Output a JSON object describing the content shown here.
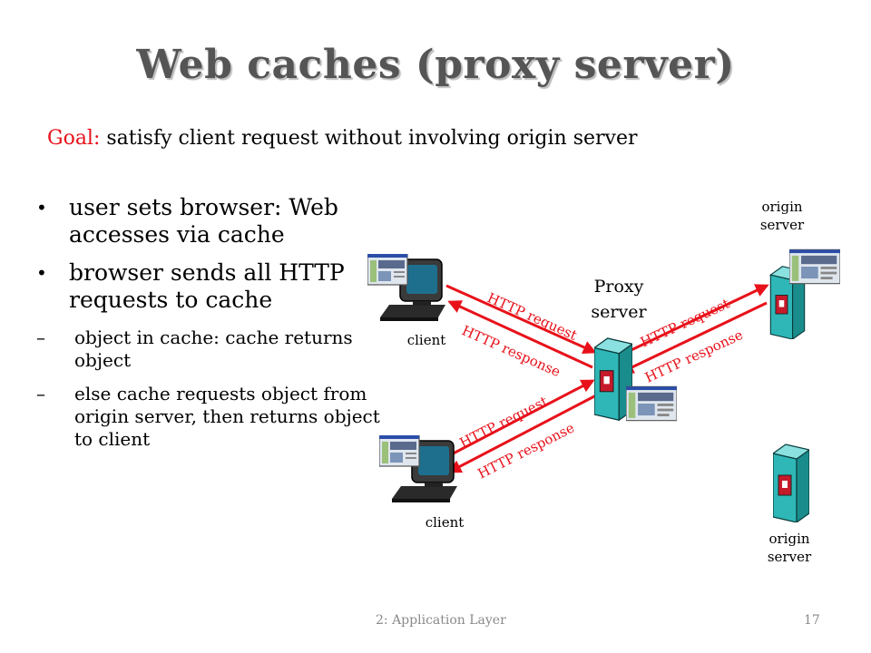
{
  "slide": {
    "title": "Web caches (proxy server)",
    "goal_label": "Goal:",
    "goal_text": " satisfy client request without involving origin server"
  },
  "bullets": [
    {
      "text": "user sets browser: Web accesses via cache"
    },
    {
      "text": "browser sends all HTTP requests to cache"
    }
  ],
  "subbullets": [
    {
      "text": "object in cache: cache returns object"
    },
    {
      "text": "else cache requests object from origin server, then returns object to client"
    }
  ],
  "diagram": {
    "origin_top": "origin server",
    "origin_bottom": "origin server",
    "proxy": "Proxy server",
    "client_top": "client",
    "client_bottom": "client",
    "arrows": {
      "req_client_top": "HTTP request",
      "resp_client_top": "HTTP response",
      "req_origin": "HTTP request",
      "resp_origin": "HTTP response",
      "req_client_bottom": "HTTP request",
      "resp_client_bottom": "HTTP response"
    },
    "arrow_color": "#e8111a",
    "server_color": "#2fb7b7"
  },
  "footer": {
    "chapter": "2: Application Layer",
    "page": "17"
  }
}
